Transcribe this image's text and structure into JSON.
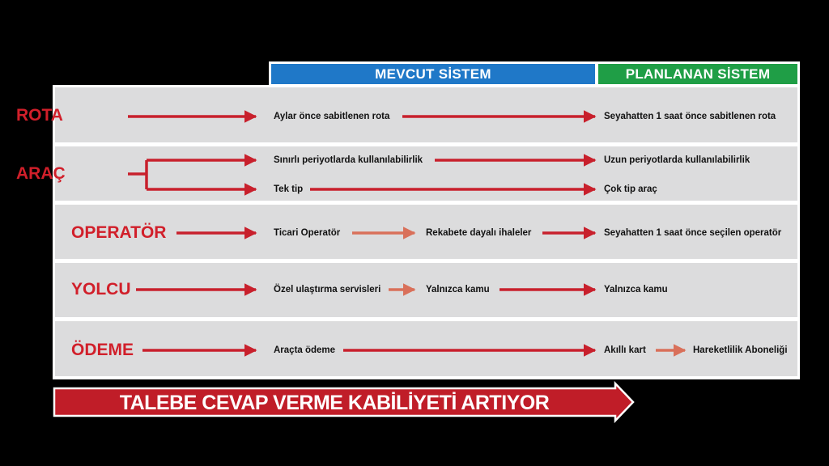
{
  "header": {
    "current_system": "MEVCUT  SİSTEM",
    "planned_system": "PLANLANAN  SİSTEM"
  },
  "rows": [
    {
      "category": "ROTA",
      "items": [
        "Aylar önce sabitlenen rota",
        "Seyahatten 1 saat önce sabitlenen rota"
      ]
    },
    {
      "category": "ARAÇ",
      "items": [
        "Sınırlı periyotlarda kullanılabilirlik",
        "Uzun periyotlarda kullanılabilirlik",
        "Tek tip",
        "Çok tip araç"
      ]
    },
    {
      "category": "OPERATÖR",
      "items": [
        "Ticari Operatör",
        "Rekabete dayalı ihaleler",
        "Seyahatten 1 saat önce seçilen operatör"
      ]
    },
    {
      "category": "YOLCU",
      "items": [
        "Özel ulaştırma servisleri",
        "Yalnızca kamu",
        "Yalnızca kamu"
      ]
    },
    {
      "category": "ÖDEME",
      "items": [
        "Araçta ödeme",
        "Akıllı kart",
        "Hareketlilik Aboneliği"
      ]
    }
  ],
  "banner": {
    "text": "TALEBE CEVAP VERME KABİLİYETİ ARTIYOR"
  },
  "colors": {
    "current_header": "#1f78c8",
    "planned_header": "#1f9e46",
    "arrow_red": "#c8202c",
    "arrow_light": "#d9705a",
    "row_bg": "#dcdcdd",
    "category_text": "#d11f2a"
  }
}
